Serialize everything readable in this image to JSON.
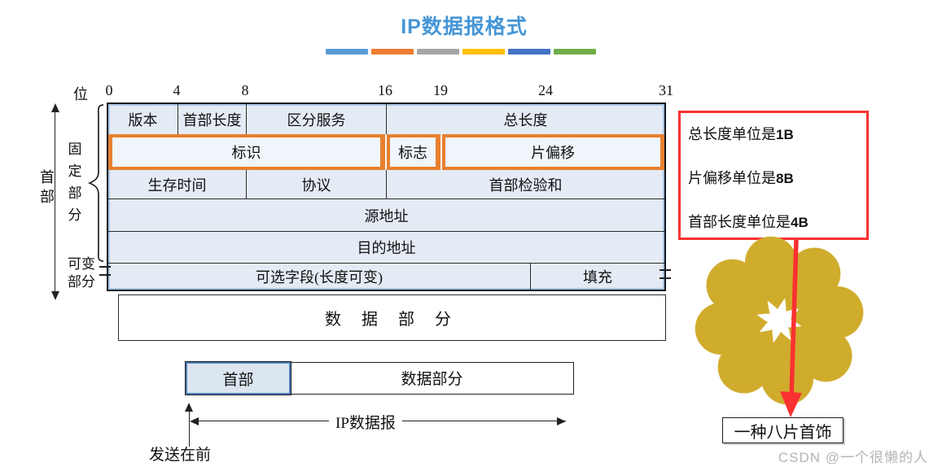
{
  "title": "IP数据报格式",
  "colors": {
    "title": "#4696D6",
    "orange": "#E8802F",
    "red": "#FA3131",
    "gold": "#D0AC2D",
    "watermark": "#B4B4B4",
    "dash": [
      "#5B9BD5",
      "#ED7D31",
      "#A5A5A5",
      "#FFC000",
      "#4472C4",
      "#70AD47"
    ]
  },
  "bit_axis": {
    "unit_label": "位",
    "ticks": [
      "0",
      "4",
      "8",
      "16",
      "19",
      "24",
      "31"
    ]
  },
  "ip_table": {
    "row1": {
      "version": "版本",
      "header_length": "首部长度",
      "dscp": "区分服务",
      "total_length": "总长度"
    },
    "row2": {
      "identification": "标识",
      "flags": "标志",
      "fragment_offset": "片偏移"
    },
    "row3": {
      "ttl": "生存时间",
      "protocol": "协议",
      "header_checksum": "首部检验和"
    },
    "row4": {
      "source_address": "源地址"
    },
    "row5": {
      "destination_address": "目的地址"
    },
    "row6": {
      "options": "可选字段(长度可变)",
      "padding": "填充"
    },
    "data_row": "数 据 部 分"
  },
  "side_labels": {
    "header": "首部",
    "fixed_part": "固定部分",
    "variable_part": "可变部分"
  },
  "notes": {
    "line1_text": "总长度单位是",
    "line1_value": "1B",
    "line2_text": "片偏移单位是",
    "line2_value": "8B",
    "line3_text": "首部长度单位是",
    "line3_value": "4B"
  },
  "jewelry": {
    "caption": "一种八片首饰"
  },
  "packet_bar": {
    "header": "首部",
    "data": "数据部分",
    "span_label": "IP数据报",
    "sent_first_label": "发送在前"
  },
  "watermark": "CSDN @一个很懒的人"
}
